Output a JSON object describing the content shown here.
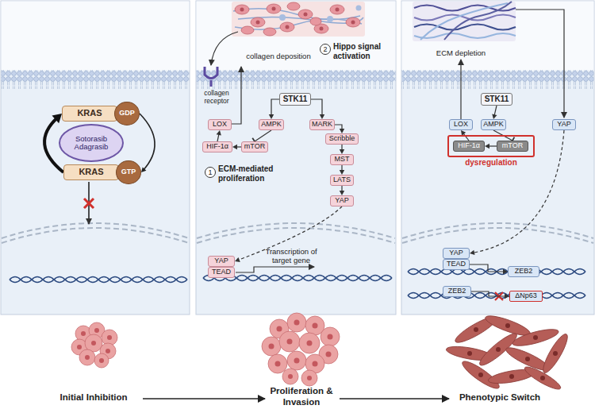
{
  "diagram": {
    "nodes": [
      {
        "text": [
          "KRAS"
        ]
      },
      {
        "text": [
          "GDP"
        ]
      },
      {
        "text": [
          "Sotorasib Adagrasib"
        ]
      },
      {
        "text": [
          "KRAS"
        ]
      },
      {
        "text": [
          "GTP"
        ]
      },
      {
        "text": [
          "STK11"
        ]
      },
      {
        "text": [
          "AMPK"
        ]
      },
      {
        "text": [
          "MARK"
        ]
      },
      {
        "text": [
          "Scribble"
        ]
      },
      {
        "text": [
          "MST"
        ]
      },
      {
        "text": [
          "LATS"
        ]
      },
      {
        "text": [
          "YAP"
        ]
      },
      {
        "text": [
          "LOX"
        ]
      },
      {
        "text": [
          "HIF-1α"
        ]
      },
      {
        "text": [
          "mTOR"
        ]
      },
      {
        "text": [
          "YAP"
        ]
      },
      {
        "text": [
          "TEAD"
        ]
      },
      {
        "text": [
          "STK11"
        ]
      },
      {
        "text": [
          "LOX"
        ]
      },
      {
        "text": [
          "AMPK"
        ]
      },
      {
        "text": [
          "YAP"
        ]
      },
      {
        "text": [
          "dysregulation"
        ]
      },
      {
        "text": [
          "HIF-1α"
        ],
        "in": 21
      },
      {
        "text": [
          "mTOR"
        ],
        "in": 21
      },
      {
        "text": [
          "YAP"
        ]
      },
      {
        "text": [
          "TEAD"
        ]
      },
      {
        "text": [
          "ZEB2"
        ]
      },
      {
        "text": [
          "ZEB2"
        ]
      },
      {
        "text": [
          "ΔNp63"
        ]
      }
    ],
    "edges": [
      {
        "from": 1,
        "to": 4,
        "arrow": "to"
      },
      {
        "from": 3,
        "to": 0,
        "arrow": "to"
      },
      {
        "from": 5,
        "to": 6,
        "arrow": "to"
      },
      {
        "from": 5,
        "to": 7,
        "arrow": "to"
      },
      {
        "from": 7,
        "to": 8,
        "arrow": "to"
      },
      {
        "from": 8,
        "to": 9,
        "arrow": "to"
      },
      {
        "from": 9,
        "to": 10,
        "arrow": "to"
      },
      {
        "from": 10,
        "to": 11,
        "arrow": "to"
      },
      {
        "from": 11,
        "to": 15,
        "arrow": "to"
      },
      {
        "from": 6,
        "to": 14,
        "arrow": "to"
      },
      {
        "from": 14,
        "to": 13,
        "arrow": "to"
      },
      {
        "from": 13,
        "to": 12,
        "arrow": "to"
      },
      {
        "from": 17,
        "to": 19,
        "arrow": "to"
      },
      {
        "from": 19,
        "to": 23,
        "arrow": "to"
      },
      {
        "from": 23,
        "to": 22,
        "arrow": "to"
      },
      {
        "from": 22,
        "to": 18,
        "arrow": "to"
      },
      {
        "from": 20,
        "to": 24,
        "arrow": "to"
      },
      {
        "from": 25,
        "to": 26,
        "arrow": "to"
      },
      {
        "from": 27,
        "to": 28,
        "arrow": "to"
      }
    ],
    "labels": [
      "collagen deposition",
      "collagen receptor",
      "2",
      "Hippo signal activation",
      "1",
      "ECM-mediated proliferation",
      "Transcription of target gene",
      "ECM depletion",
      "Initial Inhibition",
      "Proliferation & Invasion",
      "Phenotypic Switch"
    ]
  }
}
